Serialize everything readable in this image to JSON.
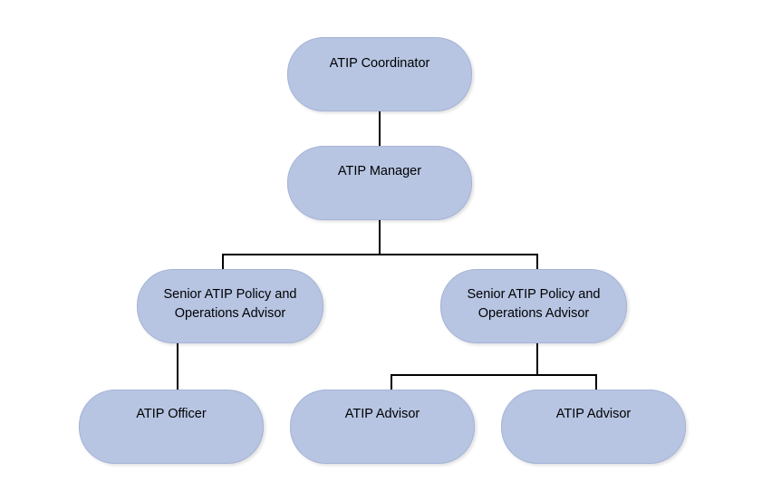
{
  "org_chart": {
    "nodes": {
      "coordinator": {
        "label": "ATIP Coordinator"
      },
      "manager": {
        "label": "ATIP Manager"
      },
      "senior_1": {
        "label": "Senior ATIP Policy and\nOperations Advisor"
      },
      "senior_2": {
        "label": "Senior ATIP Policy and\nOperations Advisor"
      },
      "officer": {
        "label": "ATIP Officer"
      },
      "advisor_1": {
        "label": "ATIP Advisor"
      },
      "advisor_2": {
        "label": "ATIP Advisor"
      }
    },
    "links": [
      [
        "coordinator",
        "manager"
      ],
      [
        "manager",
        "senior_1"
      ],
      [
        "manager",
        "senior_2"
      ],
      [
        "senior_1",
        "officer"
      ],
      [
        "senior_2",
        "advisor_1"
      ],
      [
        "senior_2",
        "advisor_2"
      ]
    ]
  },
  "colors": {
    "node_fill": "#b7c5e3",
    "node_border": "#a4b3d6",
    "connector": "#000000",
    "background": "#ffffff"
  }
}
